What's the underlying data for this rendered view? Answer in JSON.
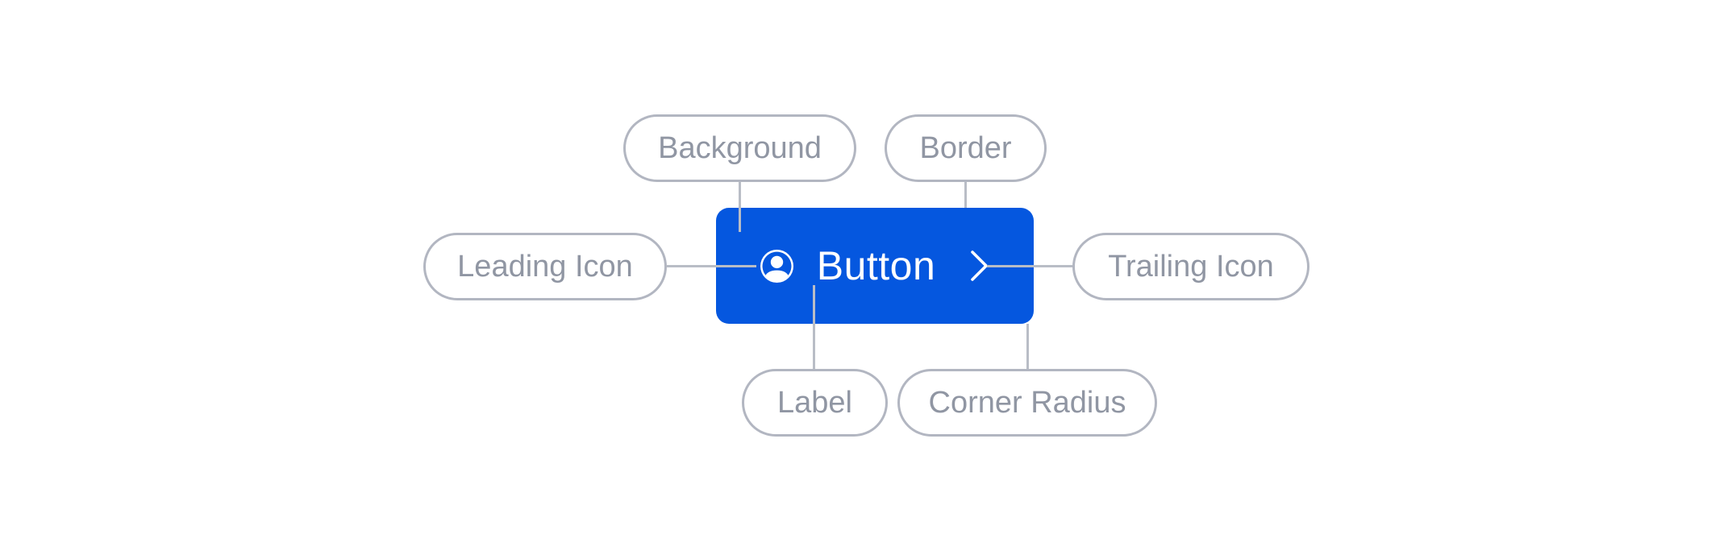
{
  "diagram": {
    "button": {
      "label": "Button",
      "leading_icon": "person-circle",
      "trailing_icon": "chevron-right"
    },
    "annotations": [
      {
        "id": "background",
        "label": "Background"
      },
      {
        "id": "border",
        "label": "Border"
      },
      {
        "id": "leading-icon",
        "label": "Leading Icon"
      },
      {
        "id": "trailing-icon",
        "label": "Trailing Icon"
      },
      {
        "id": "label",
        "label": "Label"
      },
      {
        "id": "corner-radius",
        "label": "Corner Radius"
      }
    ],
    "colors": {
      "canvas_bg": "#FFFFFF",
      "button_bg": "#0557DF",
      "button_text": "#FFFFFF",
      "pill_bg": "#FFFFFF",
      "pill_border": "#B2B6C1",
      "pill_text": "#9096A3",
      "connector": "#B9BDC6"
    }
  }
}
